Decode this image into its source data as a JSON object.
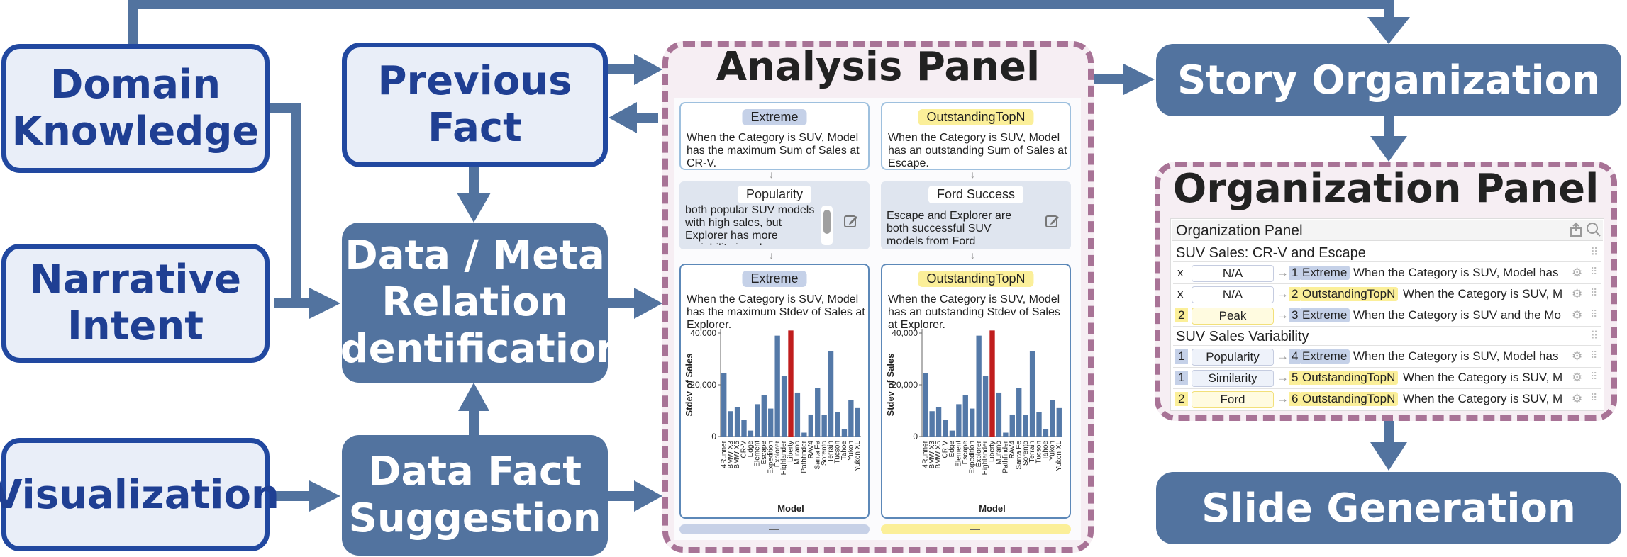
{
  "inputs": {
    "domain_knowledge": "Domain\nKnowledge",
    "narrative_intent": "Narrative\nIntent",
    "visualization": "Visualization",
    "previous_fact": "Previous\nFact"
  },
  "process": {
    "relation_identification": "Data / Meta\nRelation\nIdentification",
    "data_fact_suggestion": "Data Fact\nSuggestion",
    "story_organization": "Story Organization",
    "slide_generation": "Slide Generation"
  },
  "analysis_panel": {
    "title": "Analysis Panel",
    "left": {
      "top_tag": "Extreme",
      "top_text": "When the Category is SUV, Model has the maximum Sum of Sales at CR-V.",
      "relation_label": "Popularity",
      "relation_text": "both popular SUV models with high sales, but Explorer has more variability in sales",
      "bottom_tag": "Extreme",
      "bottom_text": "When the Category is SUV, Model has the maximum Stdev of Sales at Explorer."
    },
    "right": {
      "top_tag": "OutstandingTopN",
      "top_text": "When the Category is SUV, Model has an outstanding Sum of Sales at Escape.",
      "relation_label": "Ford Success",
      "relation_text": "Escape and Explorer are both successful SUV models from Ford",
      "bottom_tag": "OutstandingTopN",
      "bottom_text": "When the Category is SUV, Model has an outstanding Stdev of Sales at Explorer."
    }
  },
  "chart_data": [
    {
      "type": "bar",
      "xlabel": "Model",
      "ylabel": "Stdev of Sales",
      "ylim": [
        0,
        40000
      ],
      "yticks": [
        "40,000",
        "20,000",
        "0"
      ],
      "categories": [
        "4Runner",
        "BMW X3",
        "BMW X5",
        "CR-V",
        "Edge",
        "Element",
        "Escape",
        "Expedition",
        "Explorer",
        "Highlander",
        "Liberty",
        "Murano",
        "Pathfinder",
        "RAV4",
        "Santa Fe",
        "Sorento",
        "Terrain",
        "Tucson",
        "Tahoe",
        "Yukon",
        "Yukon XL"
      ],
      "values": [
        24500,
        9800,
        11500,
        6500,
        2300,
        12500,
        16000,
        10800,
        39000,
        23500,
        41000,
        17000,
        1500,
        8500,
        18800,
        8300,
        33000,
        9500,
        2800,
        14200,
        11000
      ],
      "highlight_index": 10,
      "colors": {
        "bar": "#5479a8",
        "highlight": "#c01d1d"
      }
    },
    {
      "type": "bar",
      "xlabel": "Model",
      "ylabel": "Stdev of Sales",
      "ylim": [
        0,
        40000
      ],
      "yticks": [
        "40,000",
        "20,000",
        "0"
      ],
      "categories": [
        "4Runner",
        "BMW X3",
        "BMW X5",
        "CR-V",
        "Edge",
        "Element",
        "Escape",
        "Expedition",
        "Explorer",
        "Highlander",
        "Liberty",
        "Murano",
        "Pathfinder",
        "RAV4",
        "Santa Fe",
        "Sorento",
        "Terrain",
        "Tucson",
        "Tahoe",
        "Yukon",
        "Yukon XL"
      ],
      "values": [
        24500,
        9800,
        11500,
        6500,
        2300,
        12500,
        16000,
        10800,
        39000,
        23500,
        41000,
        17000,
        1500,
        8500,
        18800,
        8300,
        33000,
        9500,
        2800,
        14200,
        11000
      ],
      "highlight_index": 10,
      "colors": {
        "bar": "#5479a8",
        "highlight": "#c01d1d"
      }
    }
  ],
  "organization_panel": {
    "title": "Organization Panel",
    "header": "Organization Panel",
    "group1": "SUV Sales: CR-V and Escape",
    "group2": "SUV Sales Variability",
    "rows_group1": [
      {
        "lead": "x",
        "name": "N/A",
        "num": "1",
        "tag": "Extreme",
        "tag_color": "blue",
        "text": "When the Category is SUV, Model has"
      },
      {
        "lead": "x",
        "name": "N/A",
        "num": "2",
        "tag": "OutstandingTopN",
        "tag_color": "yellow",
        "text": "When the Category is SUV, M"
      },
      {
        "lead": "2",
        "name": "Peak",
        "num": "3",
        "tag": "Extreme",
        "tag_color": "blue",
        "text": "When the Category is SUV and the Mo"
      }
    ],
    "rows_group2": [
      {
        "lead": "1",
        "name": "Popularity",
        "num": "4",
        "tag": "Extreme",
        "tag_color": "blue",
        "text": "When the Category is SUV, Model has"
      },
      {
        "lead": "1",
        "name": "Similarity",
        "num": "5",
        "tag": "OutstandingTopN",
        "tag_color": "yellow",
        "text": "When the Category is SUV, M"
      },
      {
        "lead": "2",
        "name": "Ford",
        "num": "6",
        "tag": "OutstandingTopN",
        "tag_color": "yellow",
        "text": "When the Category is SUV, M"
      }
    ]
  },
  "colors": {
    "light_box_fill": "#e9eef8",
    "light_box_border": "#2148a0",
    "dark_box_fill": "#52739f",
    "arrow": "#52739f",
    "dashed_border": "#a87396",
    "tag_blue": "#c5d1e8",
    "tag_yellow": "#fbef99",
    "highlight_bar": "#c01d1d"
  }
}
